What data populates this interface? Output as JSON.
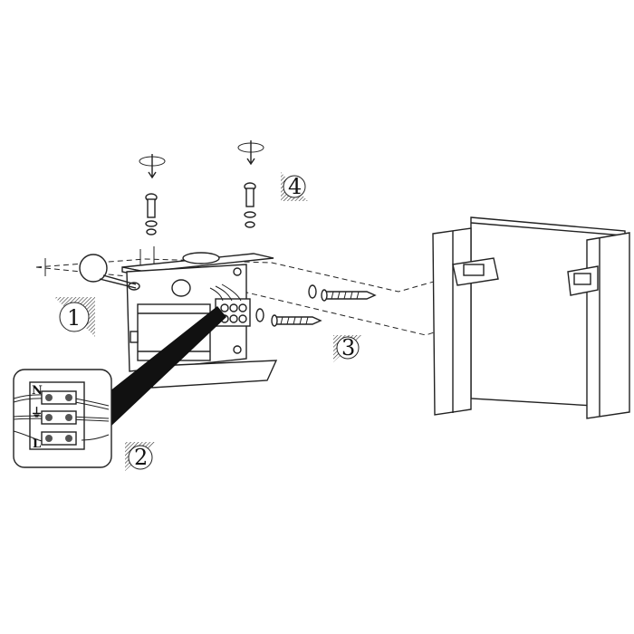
{
  "diagram": {
    "steps": [
      "1",
      "2",
      "3",
      "4"
    ],
    "terminal_labels": {
      "neutral": "N",
      "earth": "⏚",
      "live": "L"
    },
    "ink_color": "#222222"
  }
}
